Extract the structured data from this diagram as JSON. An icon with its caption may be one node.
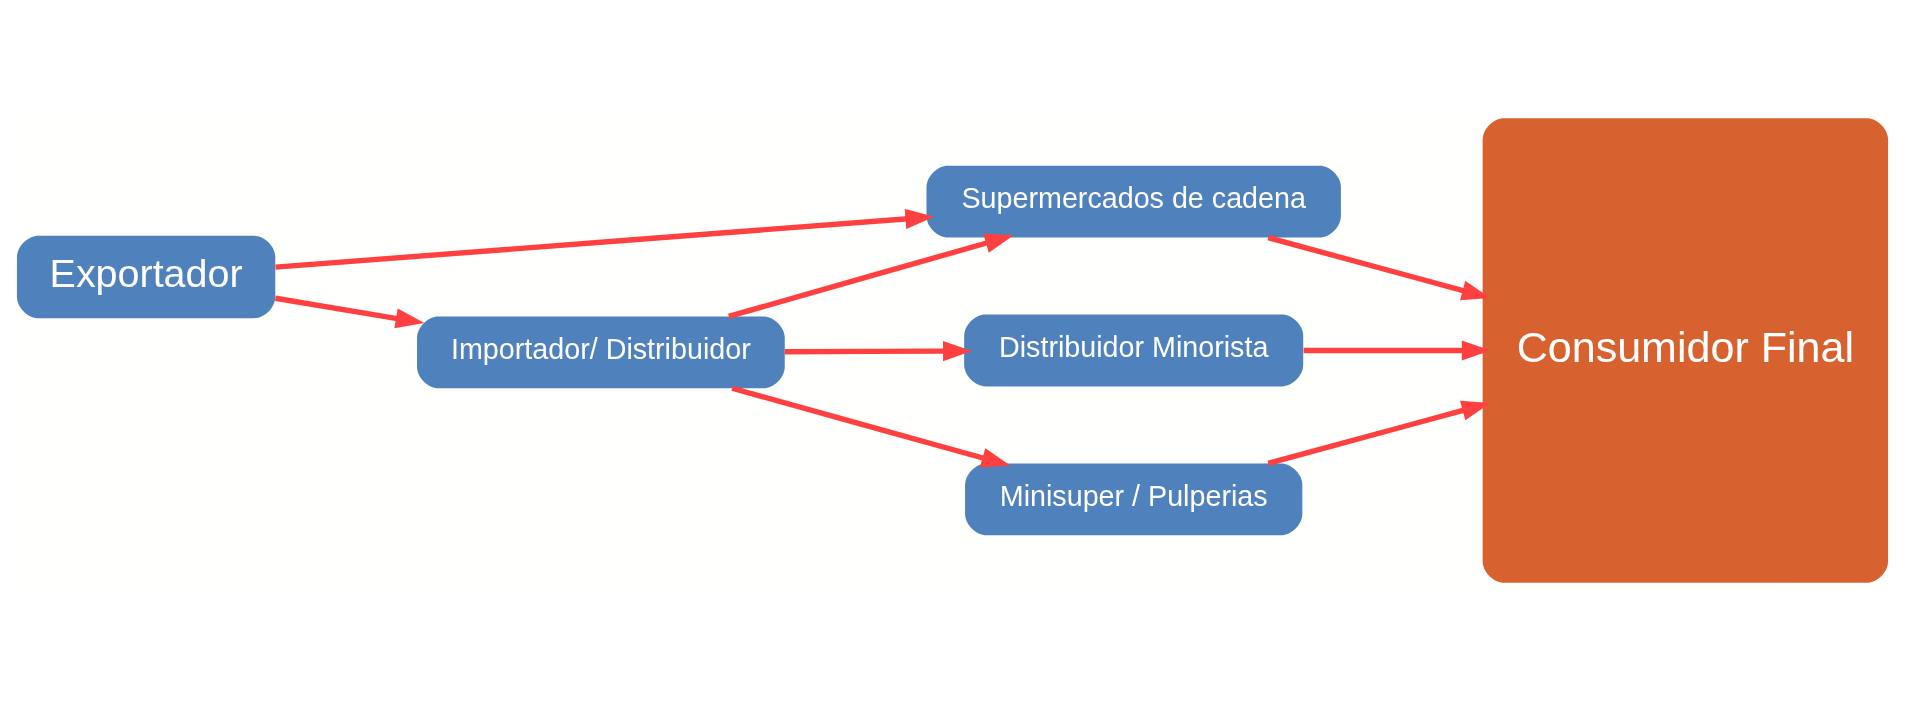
{
  "diagram": {
    "nodes": [
      {
        "text": [
          "Exportador"
        ]
      },
      {
        "text": [
          "Importador/ Distribuidor"
        ]
      },
      {
        "text": [
          "Supermercados de cadena"
        ]
      },
      {
        "text": [
          "Distribuidor Minorista"
        ]
      },
      {
        "text": [
          "Minisuper / Pulperias"
        ]
      },
      {
        "text": [
          "Consumidor Final"
        ]
      }
    ],
    "edges": [
      {
        "from": 0,
        "to": 1,
        "arrow": "to"
      },
      {
        "from": 0,
        "to": 2,
        "arrow": "to"
      },
      {
        "from": 1,
        "to": 3,
        "arrow": "to"
      },
      {
        "from": 1,
        "to": 4,
        "arrow": "to"
      },
      {
        "from": 1,
        "to": 2,
        "arrow": "to"
      },
      {
        "from": 3,
        "to": 5,
        "arrow": "to"
      },
      {
        "from": 4,
        "to": 5,
        "arrow": "to"
      },
      {
        "from": 2,
        "to": 5,
        "arrow": "to"
      }
    ]
  }
}
